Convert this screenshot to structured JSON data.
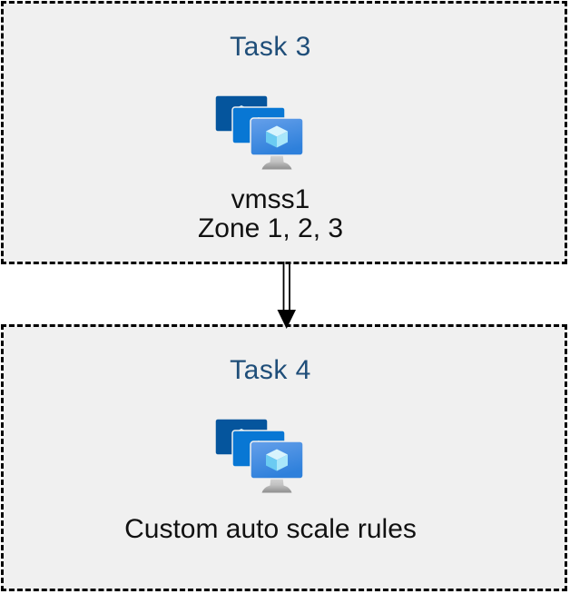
{
  "diagram": {
    "boxes": [
      {
        "title": "Task 3",
        "icon": "vm-scale-sets-icon",
        "labels": [
          "vmss1",
          "Zone 1, 2, 3"
        ]
      },
      {
        "title": "Task 4",
        "icon": "vm-scale-sets-icon",
        "labels": [
          "Custom auto scale rules"
        ]
      }
    ],
    "connector": {
      "style": "double-line-arrow",
      "direction": "down"
    },
    "colors": {
      "title_text": "#1f4e79",
      "label_text": "#111111",
      "box_background": "#f0f0f0",
      "box_border": "#000000",
      "arrow": "#000000",
      "monitor_back": "#05559d",
      "monitor_middle": "#0877d4",
      "monitor_front_top": "#66a0ea",
      "monitor_front_bottom": "#2e80db",
      "cube_top": "#d8f4fd",
      "cube_left": "#6bcbf2",
      "cube_right": "#a9e7fa",
      "stand_top": "#d8d8d8",
      "stand_bottom": "#8f8f8f"
    }
  }
}
